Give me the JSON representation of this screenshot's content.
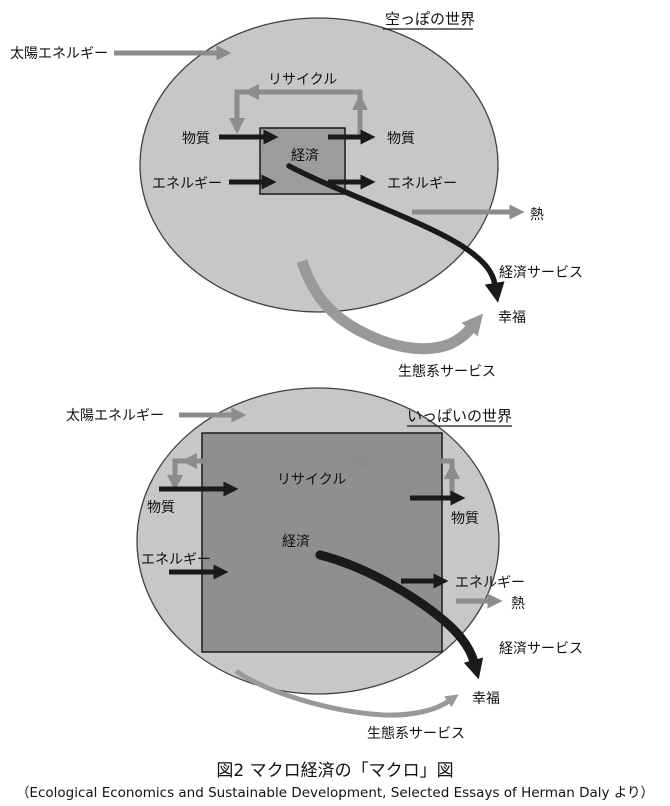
{
  "colors": {
    "world_fill": "#c7c7c7",
    "world_stroke": "#404040",
    "economy_box_fill_empty": "#9c9c9c",
    "economy_box_fill_full": "#8f8f8f",
    "gray_arrow": "#8c8c8c",
    "thick_gray_curve": "#999999",
    "black_arrow": "#1a1a1a"
  },
  "empty_world": {
    "world_label": "空っぽの世界",
    "solar_energy_label": "太陽エネルギー",
    "recycle_label": "リサイクル",
    "matter_in_label": "物質",
    "matter_out_label": "物質",
    "energy_in_label": "エネルギー",
    "energy_out_label": "エネルギー",
    "economy_label": "経済",
    "heat_label": "熱",
    "economic_services_label": "経済サービス",
    "happiness_label": "幸福",
    "ecosystem_services_label": "生態系サービス"
  },
  "full_world": {
    "world_label": "いっぱいの世界",
    "solar_energy_label": "太陽エネルギー",
    "recycle_label": "リサイクル",
    "matter_in_label": "物質",
    "matter_out_label": "物質",
    "energy_in_label": "エネルギー",
    "energy_out_label": "エネルギー",
    "economy_label": "経済",
    "heat_label": "熱",
    "economic_services_label": "経済サービス",
    "happiness_label": "幸福",
    "ecosystem_services_label": "生態系サービス"
  },
  "caption": {
    "figure_title": "図2 マクロ経済の「マクロ」図",
    "source_line": "（Ecological Economics and Sustainable Development, Selected Essays of Herman Daly より）"
  }
}
